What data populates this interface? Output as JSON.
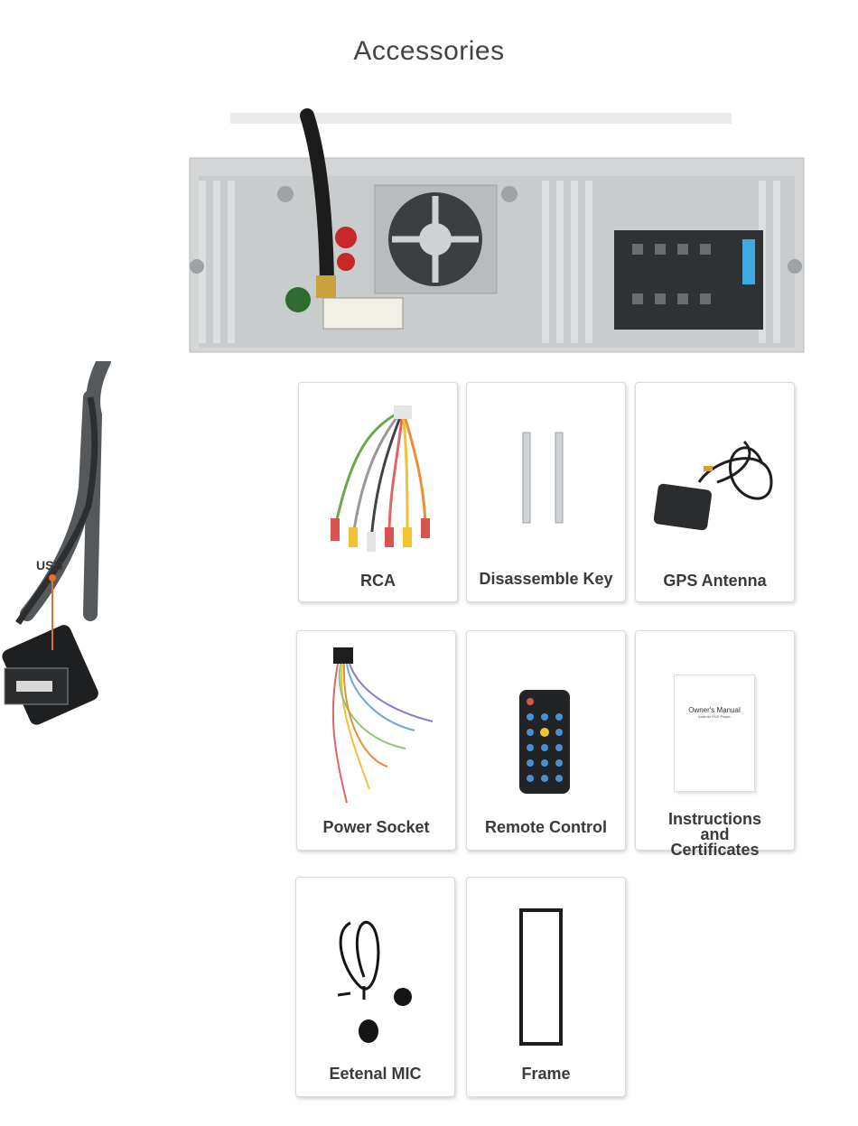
{
  "page": {
    "title": "Accessories"
  },
  "usb": {
    "label": "USB"
  },
  "accessories": [
    {
      "name": "RCA"
    },
    {
      "name": "Disassemble Key"
    },
    {
      "name": "GPS Antenna"
    },
    {
      "name": "Power Socket"
    },
    {
      "name": "Remote Control"
    },
    {
      "name": "Instructions and Certificates"
    },
    {
      "name": "Eetenal MIC"
    },
    {
      "name": "Frame"
    }
  ],
  "manual": {
    "title": "Owner's Manual",
    "subtitle": "Android DVD Player"
  },
  "colors": {
    "accent": "#e0702a",
    "metal": "#cfd2d4",
    "text": "#3a3a3a"
  }
}
